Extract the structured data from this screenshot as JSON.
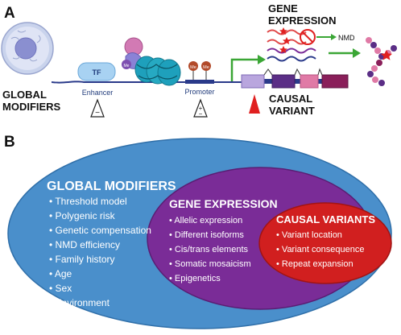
{
  "panel_a": {
    "letter": "A",
    "global_modifiers": [
      "GLOBAL",
      "MODIFIERS"
    ],
    "tf": "TF",
    "me": "Me",
    "enhancer": "Enhancer",
    "promoter": "Promoter",
    "minus": "−",
    "plus": "+",
    "gene_expression": [
      "GENE",
      "EXPRESSION"
    ],
    "nmd": "NMD",
    "causal_variant": [
      "CAUSAL",
      "VARIANT"
    ]
  },
  "panel_b": {
    "letter": "B",
    "global": {
      "title": "GLOBAL MODIFIERS",
      "items": [
        "Threshold model",
        "Polygenic risk",
        "Genetic compensation",
        "NMD efficiency",
        "Family history",
        "Age",
        "Sex",
        "Environment"
      ]
    },
    "gene": {
      "title": "GENE EXPRESSION",
      "items": [
        "Allelic expression",
        "Different isoforms",
        "Cis/trans elements",
        "Somatic mosaicism",
        "Epigenetics"
      ]
    },
    "causal": {
      "title": "CAUSAL VARIANTS",
      "items": [
        "Variant location",
        "Variant consequence",
        "Repeat expansion"
      ]
    }
  },
  "colors": {
    "outer_ellipse": "#4a8fcb",
    "middle_ellipse": "#7a2c97",
    "inner_ellipse": "#d11f1f",
    "arrow_green": "#3aa635",
    "variant_red": "#e02020",
    "dna_teal": "#26a9c2"
  }
}
